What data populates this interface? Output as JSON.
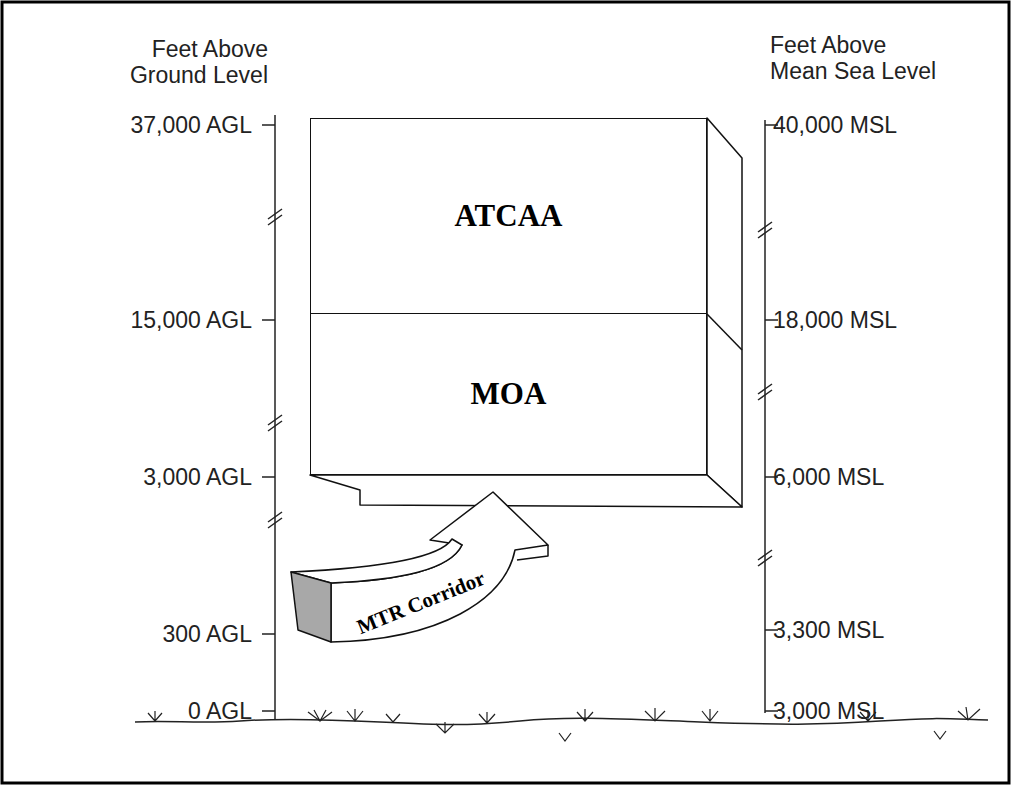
{
  "diagram": {
    "nodes": [
      {
        "text": [
          "ATCAA"
        ]
      },
      {
        "text": [
          "MOA"
        ]
      },
      {
        "text": [
          "MTR Corridor"
        ]
      }
    ],
    "labels": [
      "Feet Above Ground Level",
      "Feet Above Mean Sea Level",
      "37,000 AGL",
      "15,000 AGL",
      "3,000 AGL",
      "300 AGL",
      "0 AGL",
      "40,000 MSL",
      "18,000 MSL",
      "6,000 MSL",
      "3,300 MSL",
      "3,000 MSL"
    ]
  }
}
